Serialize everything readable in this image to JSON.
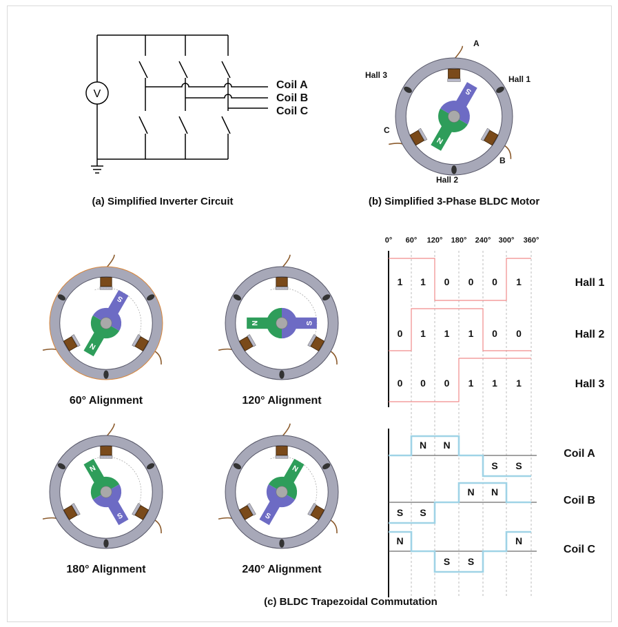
{
  "circuit": {
    "caption": "(a) Simplified Inverter Circuit",
    "source_symbol": "V",
    "coil_labels": [
      "Coil A",
      "Coil B",
      "Coil C"
    ]
  },
  "motor": {
    "caption": "(b) Simplified 3-Phase BLDC Motor",
    "phase_labels": [
      "A",
      "B",
      "C"
    ],
    "hall_labels": [
      "Hall 1",
      "Hall 2",
      "Hall 3"
    ],
    "pole_letters": {
      "north": "N",
      "south": "S"
    }
  },
  "alignments": [
    {
      "label": "60° Alignment",
      "rotor_angle": 30,
      "marker": "60°"
    },
    {
      "label": "120° Alignment",
      "rotor_angle": 90,
      "marker": "120°"
    },
    {
      "label": "180° Alignment",
      "rotor_angle": 150,
      "marker": "180°"
    },
    {
      "label": "240° Alignment",
      "rotor_angle": 210,
      "marker": "240°"
    }
  ],
  "timing": {
    "angles": [
      "0°",
      "60°",
      "120°",
      "180°",
      "240°",
      "300°",
      "360°"
    ],
    "halls": [
      {
        "name": "Hall 1",
        "bits": [
          "1",
          "1",
          "0",
          "0",
          "0",
          "1"
        ]
      },
      {
        "name": "Hall 2",
        "bits": [
          "0",
          "1",
          "1",
          "1",
          "0",
          "0"
        ]
      },
      {
        "name": "Hall 3",
        "bits": [
          "0",
          "0",
          "0",
          "1",
          "1",
          "1"
        ]
      }
    ],
    "coils": [
      {
        "name": "Coil A",
        "states": [
          "",
          "N",
          "N",
          "",
          "S",
          "S"
        ]
      },
      {
        "name": "Coil B",
        "states": [
          "S",
          "S",
          "",
          "N",
          "N",
          ""
        ]
      },
      {
        "name": "Coil C",
        "states": [
          "N",
          "",
          "S",
          "S",
          "",
          "N"
        ]
      }
    ],
    "hall_color": "#f08a8a",
    "coil_color": "#9fd3e6",
    "caption": "(c) BLDC Trapezoidal Commutation"
  },
  "colors": {
    "ring": "#a7a8b8",
    "ring_outline": "#555566",
    "north_pole": "#2e9d5a",
    "south_pole": "#6d6bc4",
    "coil": "#7a4a1a",
    "wire": "#8b5a2b",
    "hall_sensor": "#333333"
  }
}
